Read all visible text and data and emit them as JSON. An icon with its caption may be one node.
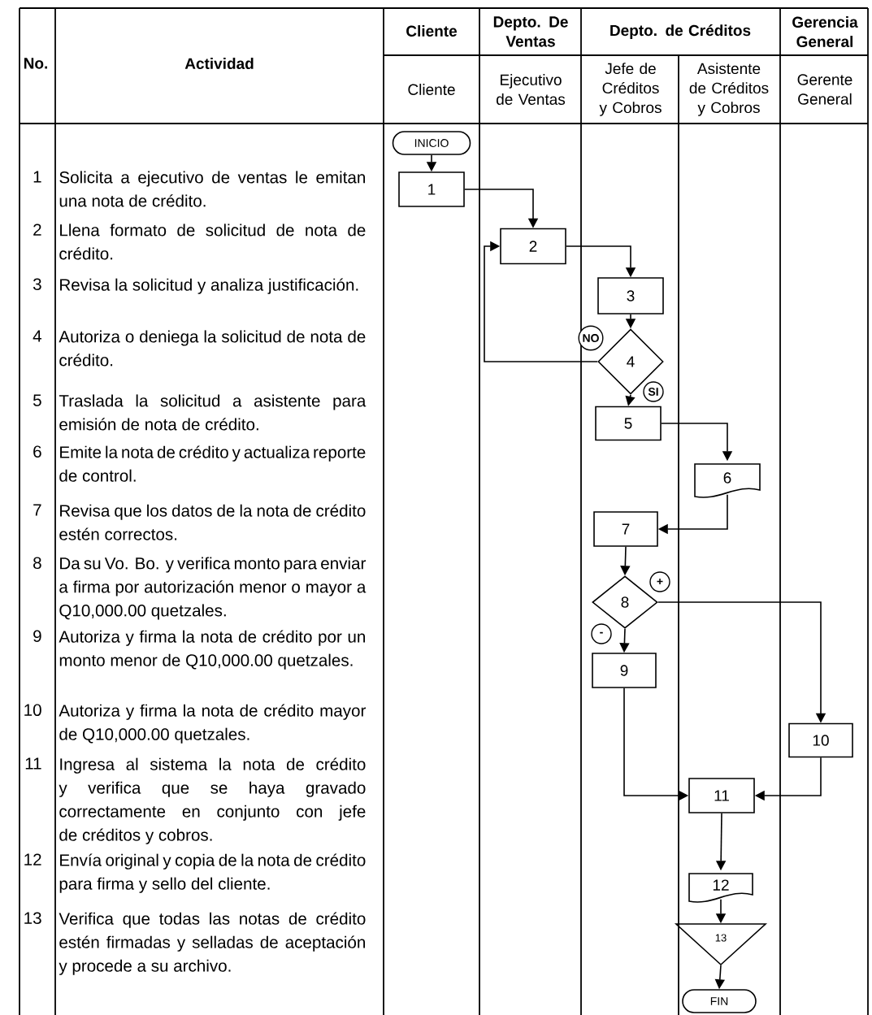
{
  "diagram": {
    "nodes": [
      {
        "text": [
          "INICIO"
        ]
      },
      {
        "text": [
          "1"
        ]
      },
      {
        "text": [
          "2"
        ]
      },
      {
        "text": [
          "3"
        ]
      },
      {
        "text": [
          "4"
        ]
      },
      {
        "text": [
          "5"
        ]
      },
      {
        "text": [
          "6"
        ]
      },
      {
        "text": [
          "7"
        ]
      },
      {
        "text": [
          "8"
        ]
      },
      {
        "text": [
          "9"
        ]
      },
      {
        "text": [
          "10"
        ]
      },
      {
        "text": [
          "11"
        ]
      },
      {
        "text": [
          "12"
        ]
      },
      {
        "text": [
          "13"
        ]
      },
      {
        "text": [
          "FIN"
        ]
      }
    ],
    "edges": [
      {
        "from": 0,
        "to": 1,
        "arrow": "to"
      },
      {
        "from": 1,
        "to": 2,
        "arrow": "to"
      },
      {
        "from": 2,
        "to": 3,
        "arrow": "to"
      },
      {
        "from": 3,
        "to": 4,
        "arrow": "to"
      },
      {
        "from": 4,
        "to": 2,
        "arrow": "to",
        "label": "NO"
      },
      {
        "from": 4,
        "to": 5,
        "arrow": "to",
        "label": "SI"
      },
      {
        "from": 5,
        "to": 6,
        "arrow": "to"
      },
      {
        "from": 6,
        "to": 7,
        "arrow": "to"
      },
      {
        "from": 7,
        "to": 8,
        "arrow": "to"
      },
      {
        "from": 8,
        "to": 10,
        "arrow": "to",
        "label": "+"
      },
      {
        "from": 8,
        "to": 9,
        "arrow": "to",
        "label": "-"
      },
      {
        "from": 9,
        "to": 11,
        "arrow": "to"
      },
      {
        "from": 10,
        "to": 11,
        "arrow": "to"
      },
      {
        "from": 11,
        "to": 12,
        "arrow": "to"
      },
      {
        "from": 12,
        "to": 13,
        "arrow": "to"
      },
      {
        "from": 13,
        "to": 14,
        "arrow": "to"
      }
    ],
    "labels": [
      "No.",
      "Actividad",
      "Cliente",
      "Depto. De Ventas",
      "Depto. de Créditos",
      "Gerencia General",
      "Cliente",
      "Ejecutivo de Ventas",
      "Jefe de Créditos y Cobros",
      "Asistente de Créditos y Cobros",
      "Gerente General",
      "1",
      "Solicita a ejecutivo de ventas le emitan una nota de crédito.",
      "2",
      "Llena formato de solicitud de nota de crédito.",
      "3",
      "Revisa la solicitud y analiza justificación.",
      "4",
      "Autoriza o deniega la solicitud de nota de crédito.",
      "5",
      "Traslada la solicitud a asistente para emisión de nota de crédito.",
      "6",
      "Emite la nota de crédito y actualiza reporte de control.",
      "7",
      "Revisa que los datos de la nota de crédito estén correctos.",
      "8",
      "Da su Vo. Bo. y verifica monto para enviar a firma por autorización menor o mayor a Q10,000.00 quetzales.",
      "9",
      "Autoriza y firma la nota de crédito por un monto menor de Q10,000.00 quetzales.",
      "10",
      "Autoriza y firma la nota de crédito mayor de Q10,000.00 quetzales.",
      "11",
      "Ingresa al sistema la nota de crédito y verifica que se haya gravado correctamente en conjunto con jefe de créditos y cobros.",
      "12",
      "Envía original y copia de la nota de crédito para firma y sello del cliente.",
      "13",
      "Verifica que todas las notas de crédito estén firmadas y selladas de aceptación y procede a su archivo."
    ]
  }
}
